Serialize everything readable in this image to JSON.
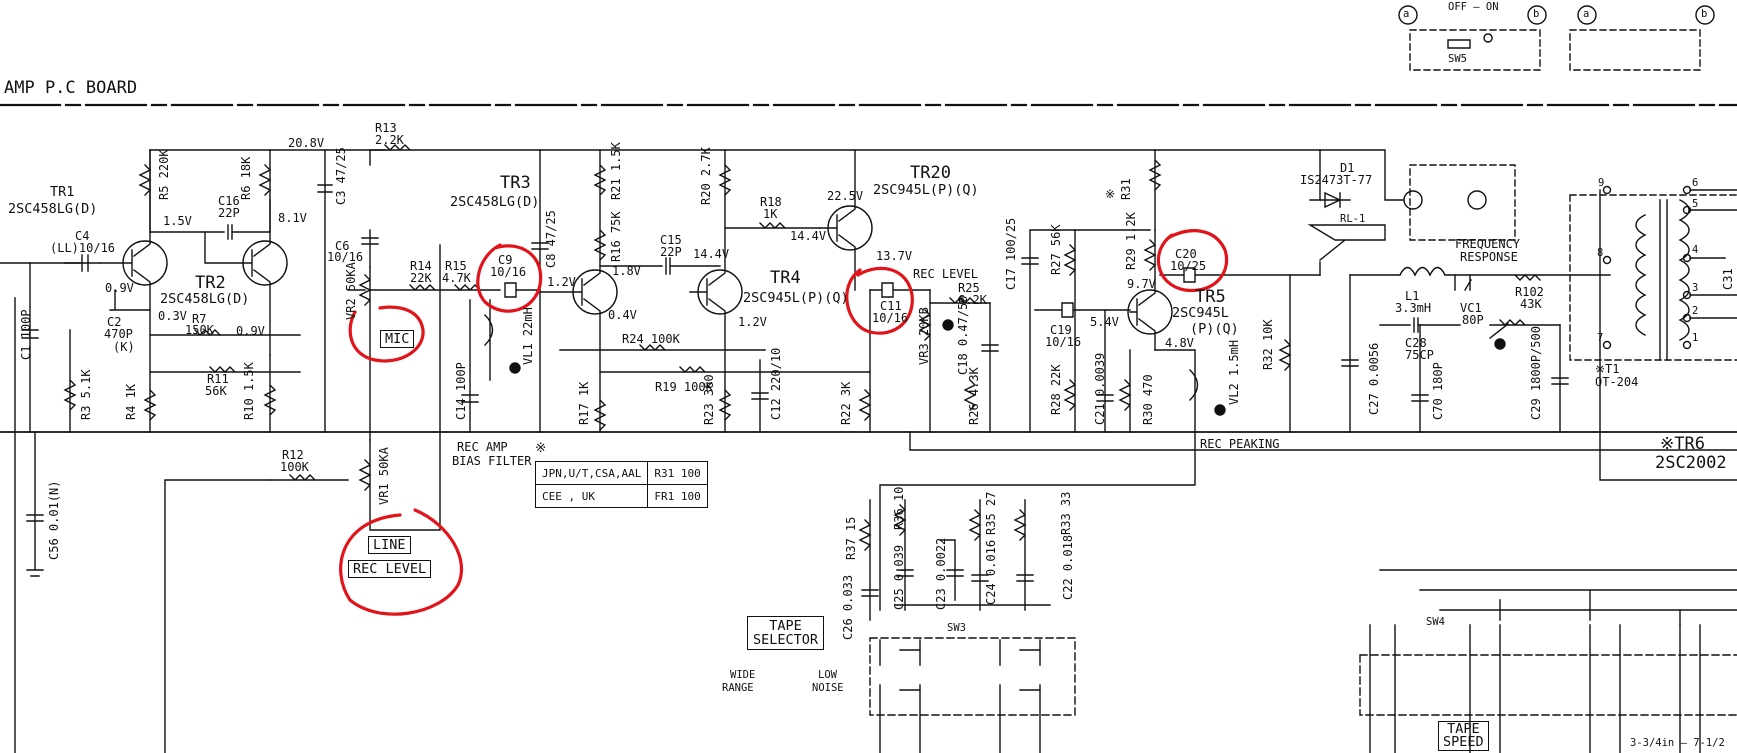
{
  "board_title": "AMP P.C BOARD",
  "switch": {
    "a": "a",
    "b": "b",
    "off_on": "OFF — ON",
    "name": "SW5"
  },
  "transistors": [
    {
      "ref": "TR1",
      "part": "2SC458LG(D)"
    },
    {
      "ref": "TR2",
      "part": "2SC458LG(D)"
    },
    {
      "ref": "TR3",
      "part": "2SC458LG(D)"
    },
    {
      "ref": "TR4",
      "part": "2SC945L(P)(Q)"
    },
    {
      "ref": "TR20",
      "part": "2SC945L(P)(Q)"
    },
    {
      "ref": "TR5",
      "part": "2SC945L",
      "part2": "(P)(Q)"
    },
    {
      "ref": "※TR6",
      "part": "2SC2002"
    }
  ],
  "voltages": [
    "20.8V",
    "1.5V",
    "8.1V",
    "0.9V",
    "0.3V",
    "0.9V",
    "1.2V",
    "1.8V",
    "0.4V",
    "14.4V",
    "14.4V",
    "22.5V",
    "13.7V",
    "1.2V",
    "9.7V",
    "5.4V",
    "4.8V"
  ],
  "resistors": [
    {
      "ref": "R13",
      "value": "2.2K"
    },
    {
      "ref": "R5",
      "value": "220K"
    },
    {
      "ref": "R6",
      "value": "18K"
    },
    {
      "ref": "R7",
      "value": "150K"
    },
    {
      "ref": "R11",
      "value": "56K"
    },
    {
      "ref": "R3",
      "value": "5.1K"
    },
    {
      "ref": "R4",
      "value": "1K"
    },
    {
      "ref": "R10",
      "value": "1.5K"
    },
    {
      "ref": "R14",
      "value": "22K"
    },
    {
      "ref": "R15",
      "value": "4.7K"
    },
    {
      "ref": "R21",
      "value": "1.5K"
    },
    {
      "ref": "R16",
      "value": "75K"
    },
    {
      "ref": "R20",
      "value": "2.7K"
    },
    {
      "ref": "R18",
      "value": "1K"
    },
    {
      "ref": "R24",
      "value": "100K"
    },
    {
      "ref": "R19",
      "value": "100K"
    },
    {
      "ref": "R17",
      "value": "1K"
    },
    {
      "ref": "R23",
      "value": "360"
    },
    {
      "ref": "R22",
      "value": "3K"
    },
    {
      "ref": "R25",
      "value": "6.2K"
    },
    {
      "ref": "R26",
      "value": "4.3K"
    },
    {
      "ref": "R27",
      "value": "56K"
    },
    {
      "ref": "R28",
      "value": "22K"
    },
    {
      "ref": "R29",
      "value": "1.2K"
    },
    {
      "ref": "R30",
      "value": "470"
    },
    {
      "ref": "R32",
      "value": "10K"
    },
    {
      "ref": "R102",
      "value": "43K"
    },
    {
      "ref": "R12",
      "value": "100K"
    },
    {
      "ref": "R37",
      "value": "15"
    },
    {
      "ref": "R36",
      "value": "10"
    },
    {
      "ref": "R35",
      "value": "27"
    },
    {
      "ref": "R33",
      "value": "33"
    },
    {
      "ref": "R31",
      "value": "※"
    }
  ],
  "capacitors": [
    {
      "ref": "C4",
      "value": "(LL)10/16"
    },
    {
      "ref": "C16",
      "value": "22P"
    },
    {
      "ref": "C3",
      "value": "47/25"
    },
    {
      "ref": "C6",
      "value": "10/16"
    },
    {
      "ref": "C2",
      "value": "470P",
      "extra": "(K)"
    },
    {
      "ref": "C1",
      "value": "100P"
    },
    {
      "ref": "C9",
      "value": "10/16"
    },
    {
      "ref": "C8",
      "value": "47/25"
    },
    {
      "ref": "C15",
      "value": "22P"
    },
    {
      "ref": "C14",
      "value": "100P"
    },
    {
      "ref": "C12",
      "value": "220/10"
    },
    {
      "ref": "C11",
      "value": "10/16"
    },
    {
      "ref": "C17",
      "value": "100/25"
    },
    {
      "ref": "C18",
      "value": "0.47/50"
    },
    {
      "ref": "C19",
      "value": "10/16"
    },
    {
      "ref": "C21",
      "value": "0.0039"
    },
    {
      "ref": "C20",
      "value": "10/25"
    },
    {
      "ref": "C27",
      "value": "0.0056"
    },
    {
      "ref": "C28",
      "value": "75CP"
    },
    {
      "ref": "C70",
      "value": "180P"
    },
    {
      "ref": "C29",
      "value": "1800P/500"
    },
    {
      "ref": "C56",
      "value": "0.01(N)"
    },
    {
      "ref": "C26",
      "value": "0.033"
    },
    {
      "ref": "C25",
      "value": "0.039"
    },
    {
      "ref": "C23",
      "value": "0.0022"
    },
    {
      "ref": "C24",
      "value": "0.016"
    },
    {
      "ref": "C22",
      "value": "0.018"
    }
  ],
  "pots": [
    {
      "ref": "VR2",
      "value": "50KA"
    },
    {
      "ref": "VR1",
      "value": "50KA"
    },
    {
      "ref": "VR3",
      "value": "20KB"
    },
    {
      "ref": "VC1",
      "value": "80P"
    }
  ],
  "inductors": [
    {
      "ref": "VL1",
      "value": "22mH"
    },
    {
      "ref": "VL2",
      "value": "1.5mH"
    },
    {
      "ref": "L1",
      "value": "3.3mH"
    }
  ],
  "diode": {
    "ref": "D1",
    "part": "IS2473T-77"
  },
  "relay": "RL-1",
  "transformer": {
    "ref": "※T1",
    "part": "OT-204",
    "pins": [
      "9",
      "6",
      "5",
      "4",
      "3",
      "2",
      "1",
      "7",
      "8"
    ]
  },
  "labels": {
    "mic": "MIC",
    "line": "LINE",
    "rec_level_box": "REC LEVEL",
    "rec_level": "REC LEVEL",
    "freq_response_1": "FREQUENCY",
    "freq_response_2": "RESPONSE",
    "rec_peaking": "REC PEAKING",
    "rec_amp_1": "REC AMP",
    "rec_amp_2": "BIAS FILTER",
    "tape_selector_1": "TAPE",
    "tape_selector_2": "SELECTOR",
    "wide_range_1": "WIDE",
    "wide_range_2": "RANGE",
    "low_noise_1": "LOW",
    "low_noise_2": "NOISE",
    "sw3": "SW3",
    "sw4": "SW4",
    "tape_speed_1": "TAPE",
    "tape_speed_2": "SPEED",
    "speed_value": "3-3/4in — 7-1/2",
    "asterisk": "※",
    "c31": "C31"
  },
  "region_table": [
    {
      "region": "JPN,U/T,CSA,AAL",
      "part": "R31",
      "value": "100"
    },
    {
      "region": "CEE ,  UK",
      "part": "FR1",
      "value": "100"
    }
  ],
  "annotation_color": "#e0141a"
}
